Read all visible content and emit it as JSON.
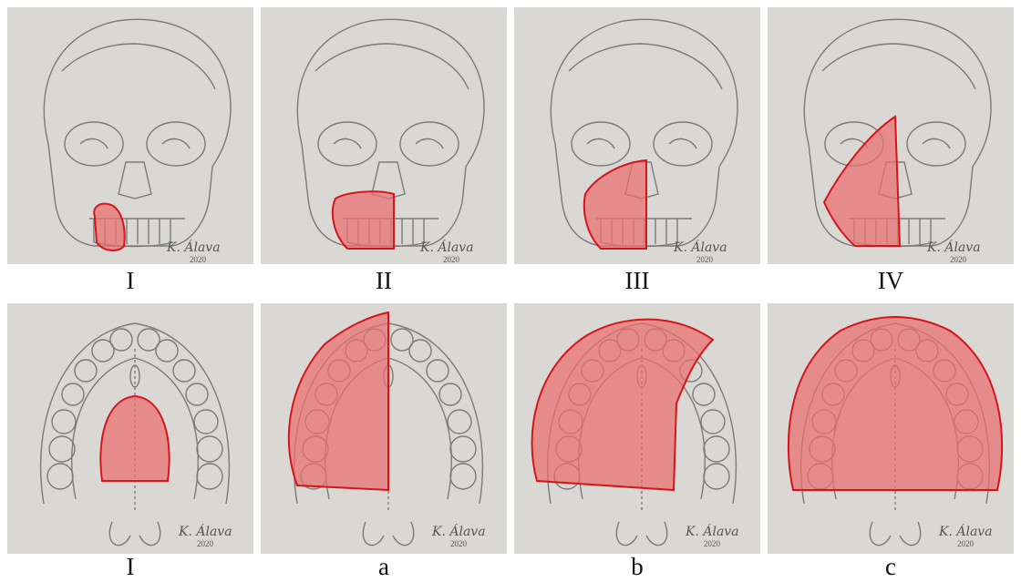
{
  "figure": {
    "top_row_captions": [
      "I",
      "II",
      "III",
      "IV"
    ],
    "bottom_row_captions": [
      "I",
      "a",
      "b",
      "c"
    ],
    "signature": {
      "name": "K. Álava",
      "year": "2020"
    }
  },
  "colors": {
    "background": "#d9d8d5",
    "drawing": "#6f6f6f",
    "highlight_fill": "#e8726f",
    "highlight_stroke": "#d6151b"
  },
  "panels": [
    {
      "row": "top",
      "caption": "I",
      "highlight": "small region under left cheek"
    },
    {
      "row": "top",
      "caption": "II",
      "highlight": "lower left maxilla"
    },
    {
      "row": "top",
      "caption": "III",
      "highlight": "left maxilla to orbit floor"
    },
    {
      "row": "top",
      "caption": "IV",
      "highlight": "left maxilla including orbit"
    },
    {
      "row": "bottom",
      "caption": "I",
      "highlight": "central palate"
    },
    {
      "row": "bottom",
      "caption": "a",
      "highlight": "left half of maxillary arch"
    },
    {
      "row": "bottom",
      "caption": "b",
      "highlight": "left half plus anterior arch"
    },
    {
      "row": "bottom",
      "caption": "c",
      "highlight": "entire maxillary arch"
    }
  ]
}
